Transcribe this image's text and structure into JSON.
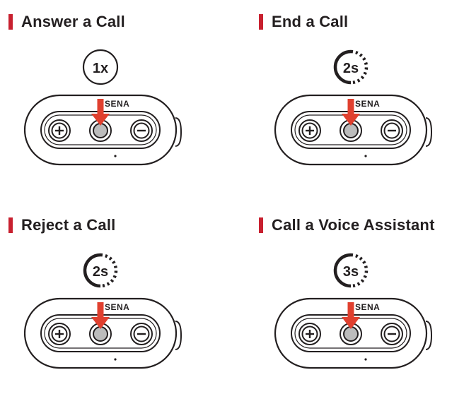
{
  "panels": [
    {
      "title": "Answer a Call",
      "badge": "1x",
      "badge_style": "circle",
      "brand": "SENA"
    },
    {
      "title": "End a Call",
      "badge": "2s",
      "badge_style": "timer",
      "brand": "SENA"
    },
    {
      "title": "Reject a Call",
      "badge": "2s",
      "badge_style": "timer",
      "brand": "SENA"
    },
    {
      "title": "Call a Voice Assistant",
      "badge": "3s",
      "badge_style": "timer",
      "brand": "SENA"
    }
  ],
  "colors": {
    "accent": "#c8202f",
    "arrow": "#e0402f",
    "ink": "#231f20",
    "button_fill": "#bcbcbc"
  },
  "icons": [
    "plus-button-icon",
    "center-button-icon",
    "minus-button-icon",
    "press-arrow-icon"
  ]
}
